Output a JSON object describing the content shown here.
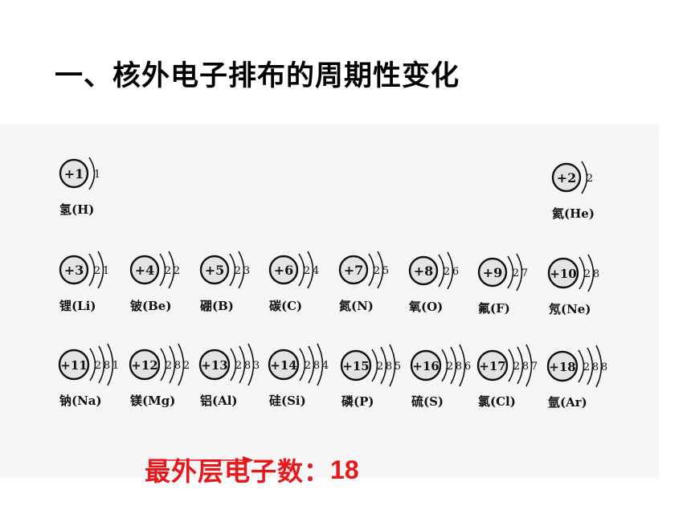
{
  "title": "一、核外电子排布的周期性变化",
  "atoms": [
    {
      "charge": "+1",
      "shells": [
        "1"
      ],
      "name": "氢(H)"
    },
    {
      "charge": "+2",
      "shells": [
        "2"
      ],
      "name": "氦(He)"
    },
    {
      "charge": "+3",
      "shells": [
        "2",
        "1"
      ],
      "name": "锂(Li)"
    },
    {
      "charge": "+4",
      "shells": [
        "2",
        "2"
      ],
      "name": "铍(Be)"
    },
    {
      "charge": "+5",
      "shells": [
        "2",
        "3"
      ],
      "name": "硼(B)"
    },
    {
      "charge": "+6",
      "shells": [
        "2",
        "4"
      ],
      "name": "碳(C)"
    },
    {
      "charge": "+7",
      "shells": [
        "2",
        "5"
      ],
      "name": "氮(N)"
    },
    {
      "charge": "+8",
      "shells": [
        "2",
        "6"
      ],
      "name": "氧(O)"
    },
    {
      "charge": "+9",
      "shells": [
        "2",
        "7"
      ],
      "name": "氟(F)"
    },
    {
      "charge": "+10",
      "shells": [
        "2",
        "8"
      ],
      "name": "氖(Ne)"
    },
    {
      "charge": "+11",
      "shells": [
        "2",
        "8",
        "1"
      ],
      "name": "钠(Na)"
    },
    {
      "charge": "+12",
      "shells": [
        "2",
        "8",
        "2"
      ],
      "name": "镁(Mg)"
    },
    {
      "charge": "+13",
      "shells": [
        "2",
        "8",
        "3"
      ],
      "name": "铝(Al)"
    },
    {
      "charge": "+14",
      "shells": [
        "2",
        "8",
        "4"
      ],
      "name": "硅(Si)"
    },
    {
      "charge": "+15",
      "shells": [
        "2",
        "8",
        "5"
      ],
      "name": "磷(P)"
    },
    {
      "charge": "+16",
      "shells": [
        "2",
        "8",
        "6"
      ],
      "name": "硫(S)"
    },
    {
      "charge": "+17",
      "shells": [
        "2",
        "8",
        "7"
      ],
      "name": "氯(Cl)"
    },
    {
      "charge": "+18",
      "shells": [
        "2",
        "8",
        "8"
      ],
      "name": "氩(Ar)"
    }
  ],
  "summary": {
    "label": "最外层电子数：",
    "from": "1",
    "to": "8"
  },
  "colors": {
    "summary_text": "#e8171c",
    "ink": "#111111",
    "nucleus_fill": "#e4e4e4"
  }
}
